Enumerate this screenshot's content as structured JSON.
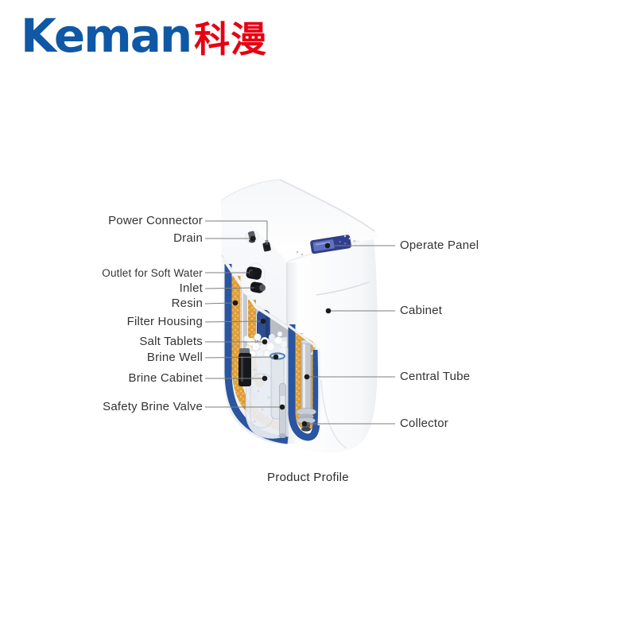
{
  "logo": {
    "text_latin": "Keman",
    "text_cjk": "科漫",
    "logo_blue": "#0F58A6",
    "logo_red": "#E60012"
  },
  "diagram": {
    "caption": "Product Profile",
    "left_labels": [
      {
        "text": "Power Connector"
      },
      {
        "text": "Drain"
      },
      {
        "text": "Outlet for Soft Water"
      },
      {
        "text": "Inlet"
      },
      {
        "text": "Resin"
      },
      {
        "text": "Filter Housing"
      },
      {
        "text": "Salt Tablets"
      },
      {
        "text": "Brine Well"
      },
      {
        "text": "Brine Cabinet"
      },
      {
        "text": "Safety Brine Valve"
      }
    ],
    "right_labels": [
      {
        "text": "Operate Panel"
      },
      {
        "text": "Cabinet"
      },
      {
        "text": "Central Tube"
      },
      {
        "text": "Collector"
      }
    ],
    "colors": {
      "tank_blue": "#2A55A0",
      "resin_orange": "#DFA13F",
      "resin_speckle": "#F2C470",
      "panel_navy": "#323F8E",
      "panel_screen": "#5F71BE",
      "leader_line": "#7E7E7E",
      "dot_black": "#1B1B1B",
      "label_text": "#333333"
    }
  }
}
